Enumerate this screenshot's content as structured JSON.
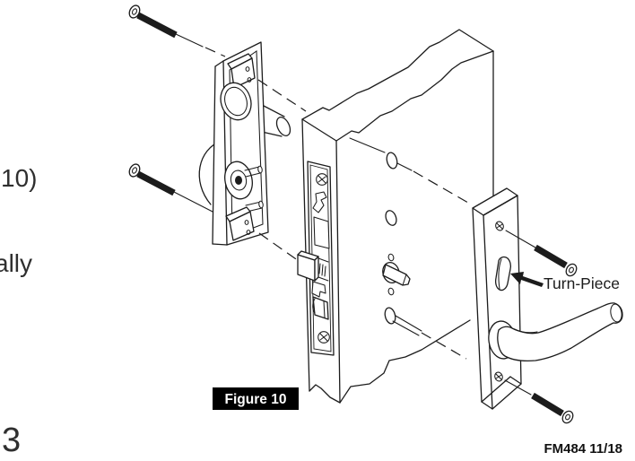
{
  "figure": {
    "caption": "Figure 10",
    "doc_code": "FM484 11/18",
    "callout": {
      "label": "Turn-Piece",
      "arrow_icon": "solid-left-arrow"
    },
    "page_fragments": {
      "line_top": "10)",
      "line_middle": "ally",
      "page_number": "3"
    },
    "colors": {
      "background": "#ffffff",
      "line": "#1c1c1c",
      "caption_bg": "#000000",
      "caption_text": "#ffffff",
      "body_text": "#2f2f2f"
    }
  }
}
